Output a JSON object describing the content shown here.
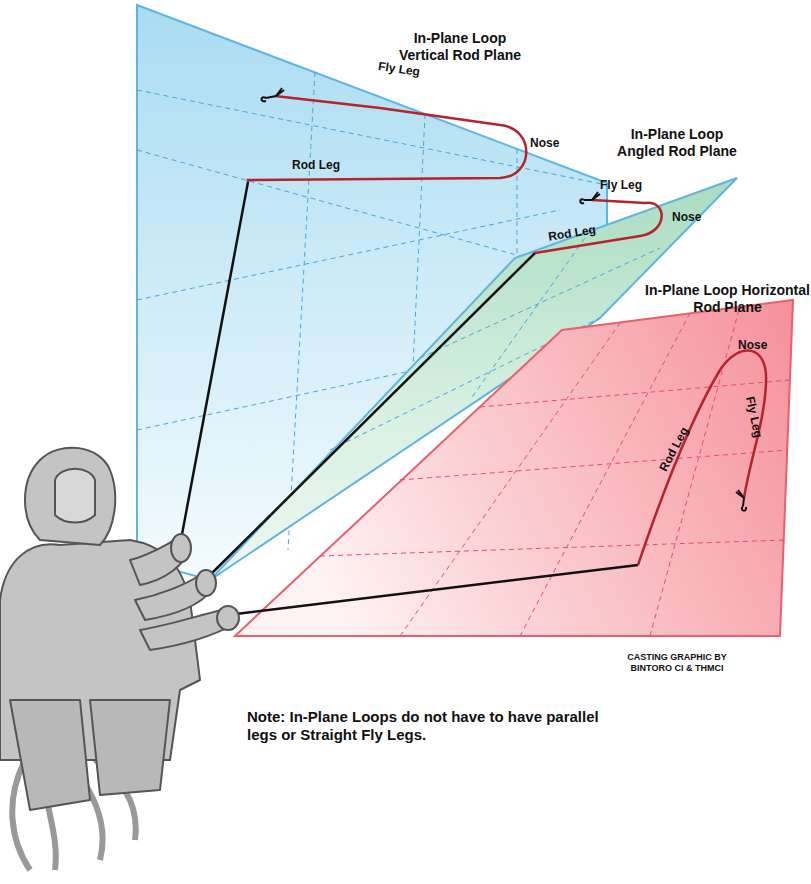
{
  "diagram": {
    "labels": [
      "In-Plane Loop Vertical Rod Plane",
      "Fly Leg",
      "Nose",
      "Rod Leg",
      "In-Plane Loop Angled Rod Plane",
      "Fly Leg",
      "Nose",
      "Rod Leg",
      "In-Plane Loop Horizontal Rod Plane",
      "Nose",
      "Fly Leg",
      "Rod Leg",
      "CASTING GRAPHIC BY BINTORO CI & THMCI",
      "Note: In-Plane Loops do not have to have parallel legs or Straight Fly Legs."
    ]
  }
}
